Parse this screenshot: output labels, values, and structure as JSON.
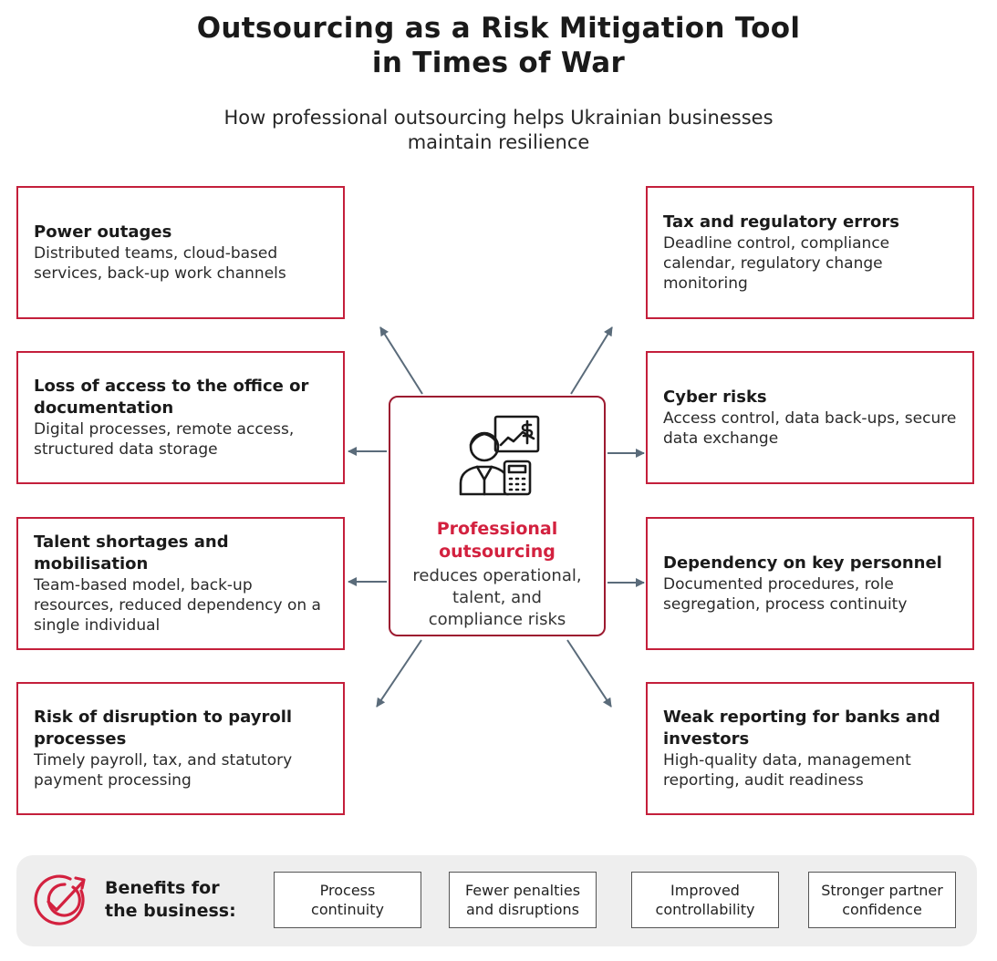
{
  "title": {
    "line1": "Outsourcing as a Risk Mitigation Tool",
    "line2": "in Times of War"
  },
  "subtitle": {
    "line1": "How professional outsourcing helps Ukrainian businesses",
    "line2": "maintain resilience"
  },
  "colors": {
    "accent": "#c41f3b",
    "center_border": "#9c1a30",
    "arrow": "#5a6b7a",
    "bottom_bg": "#eeeeee"
  },
  "risks_left": [
    {
      "heading": "Power outages",
      "description": "Distributed teams, cloud-based services, back-up work channels"
    },
    {
      "heading": "Loss of access to the office or documentation",
      "description": "Digital processes, remote access, structured data storage"
    },
    {
      "heading": "Talent shortages and mobilisation",
      "description": "Team-based model, back-up resources, reduced dependency on a single individual"
    },
    {
      "heading": "Risk of disruption to payroll processes",
      "description": "Timely payroll, tax, and statutory payment processing"
    }
  ],
  "risks_right": [
    {
      "heading": "Tax and regulatory errors",
      "description": "Deadline control, compliance calendar, regulatory change monitoring"
    },
    {
      "heading": "Cyber risks",
      "description": "Access control, data back-ups, secure data exchange"
    },
    {
      "heading": "Dependency on key personnel",
      "description": "Documented procedures, role segregation, process continuity"
    },
    {
      "heading": "Weak reporting for banks and investors",
      "description": "High-quality data, management reporting, audit readiness"
    }
  ],
  "center": {
    "heading_line1": "Professional",
    "heading_line2": "outsourcing",
    "desc_line1": "reduces operational,",
    "desc_line2": "talent, and",
    "desc_line3": "compliance risks",
    "icon": "accountant-chart-calculator-icon"
  },
  "benefits": {
    "label_line1": "Benefits for",
    "label_line2": "the business:",
    "icon": "circular-check-icon",
    "items": [
      {
        "line1": "Process",
        "line2": "continuity"
      },
      {
        "line1": "Fewer penalties",
        "line2": "and disruptions"
      },
      {
        "line1": "Improved",
        "line2": "controllability"
      },
      {
        "line1": "Stronger partner",
        "line2": "confidence"
      }
    ]
  }
}
